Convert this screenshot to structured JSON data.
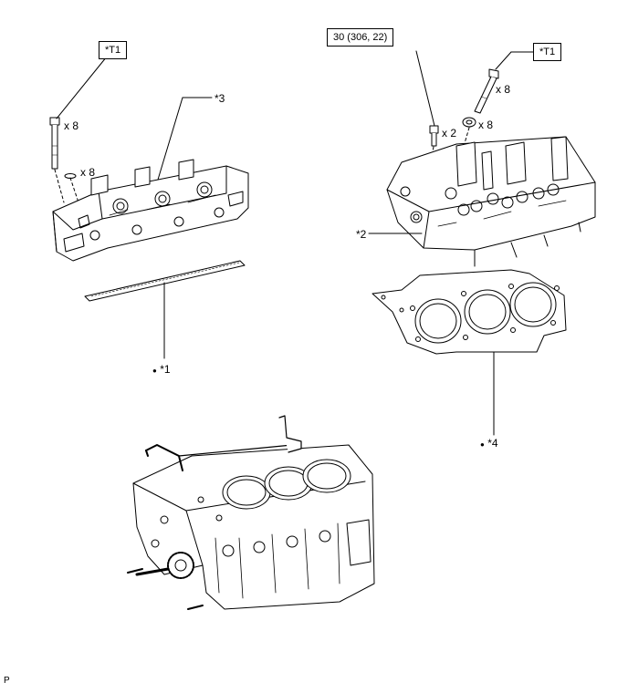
{
  "callouts": {
    "t1_left": "*T1",
    "t1_right": "*T1",
    "torque_spec": "30 (306, 22)",
    "part3": "*3",
    "part2": "*2",
    "part1": "*1",
    "part4": "*4"
  },
  "quantities": {
    "left_bolts": "x 8",
    "left_washers": "x 8",
    "right_bolts": "x 8",
    "right_washers": "x 8",
    "right_small_bolts": "x 2"
  },
  "new_part_marker": "●",
  "footer_code": "P"
}
